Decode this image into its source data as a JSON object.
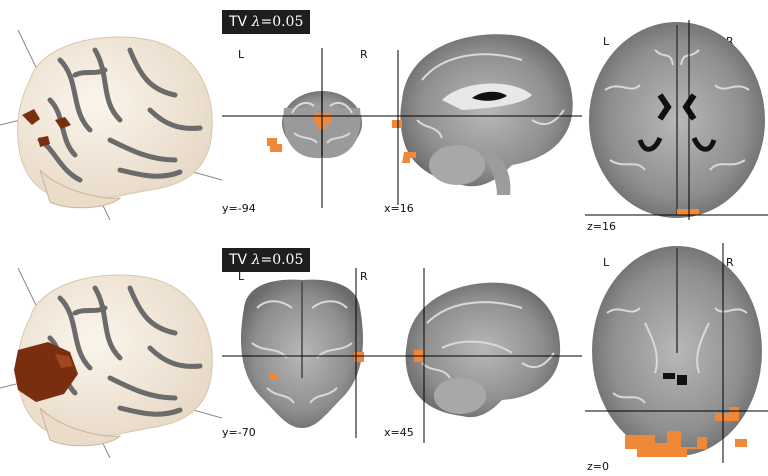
{
  "panels": [
    {
      "badge": {
        "method": "TV",
        "lambda_symbol": "λ",
        "lambda_value": "=0.05"
      },
      "coronal": {
        "left_label": "L",
        "right_label": "R",
        "coord_label": "y=-94"
      },
      "sagittal": {
        "coord_label": "x=16"
      },
      "axial": {
        "left_label": "L",
        "right_label": "R",
        "coord_label": "z=16"
      }
    },
    {
      "badge": {
        "method": "TV",
        "lambda_symbol": "λ",
        "lambda_value": "=0.05"
      },
      "coronal": {
        "left_label": "L",
        "right_label": "R",
        "coord_label": "y=-70"
      },
      "sagittal": {
        "coord_label": "x=45"
      },
      "axial": {
        "left_label": "L",
        "right_label": "R",
        "coord_label": "z=0"
      }
    }
  ],
  "colors": {
    "activation": "#f0883a",
    "activation_3d": "#7a2e10",
    "brain_surface": "#f3e9dc",
    "sulci": "#6b6b6b",
    "crosshair": "#000000"
  }
}
